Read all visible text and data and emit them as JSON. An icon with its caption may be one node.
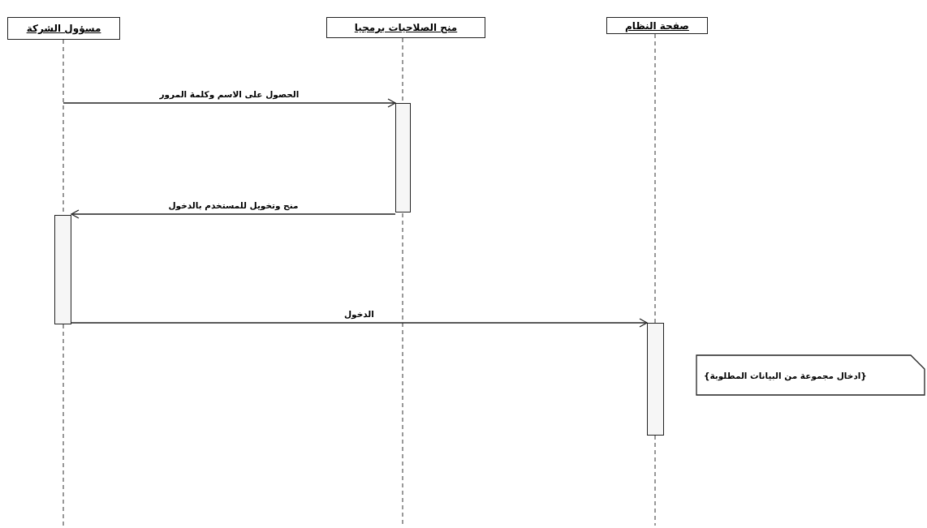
{
  "diagram": {
    "nodes": [
      {
        "text": [
          "مسؤول الشركة"
        ]
      },
      {
        "text": [
          "منح الصلاحيات برمجيا"
        ]
      },
      {
        "text": [
          "صفحة النظام"
        ]
      },
      {
        "text": [],
        "shape": "bar"
      },
      {
        "text": [],
        "shape": "bar"
      },
      {
        "text": [],
        "shape": "bar"
      },
      {
        "text": [
          "{ادخال مجموعة من البيانات المطلوبة}"
        ]
      }
    ],
    "edges": [
      {
        "from": null,
        "to": 3,
        "arrow": "to",
        "label": "الحصول على الاسم وكلمة المرور"
      },
      {
        "from": 3,
        "to": 4,
        "arrow": "to",
        "label": "منح وتخويل للمستخدم بالدخول"
      },
      {
        "from": 4,
        "to": 5,
        "arrow": "to",
        "label": "الدخول"
      }
    ]
  }
}
